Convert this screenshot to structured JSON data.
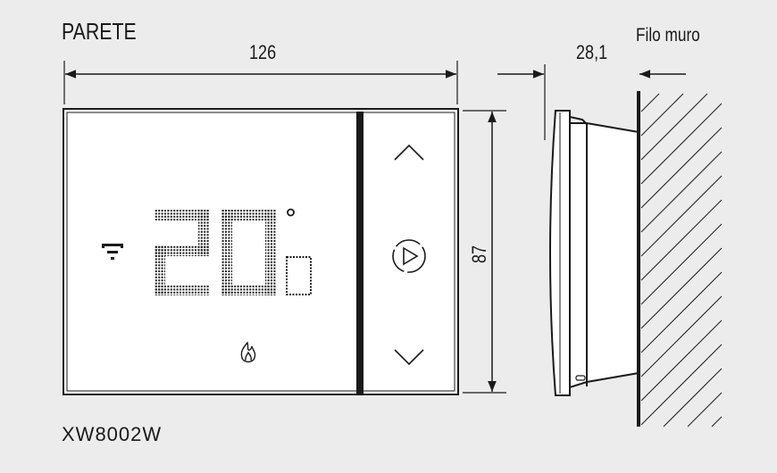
{
  "labels": {
    "wall": "PARETE",
    "wall_line": "Filo muro",
    "model": "XW8002W"
  },
  "dimensions": {
    "width": "126",
    "height": "87",
    "depth": "28,1"
  },
  "display": {
    "temperature": "20",
    "unit_symbol": "°",
    "icons": [
      "signal-icon",
      "flame-icon",
      "chevron-up-icon",
      "play-icon",
      "chevron-down-icon"
    ]
  },
  "colors": {
    "background": "#ececec",
    "line": "#1a1a1a",
    "device": "#ffffff"
  }
}
